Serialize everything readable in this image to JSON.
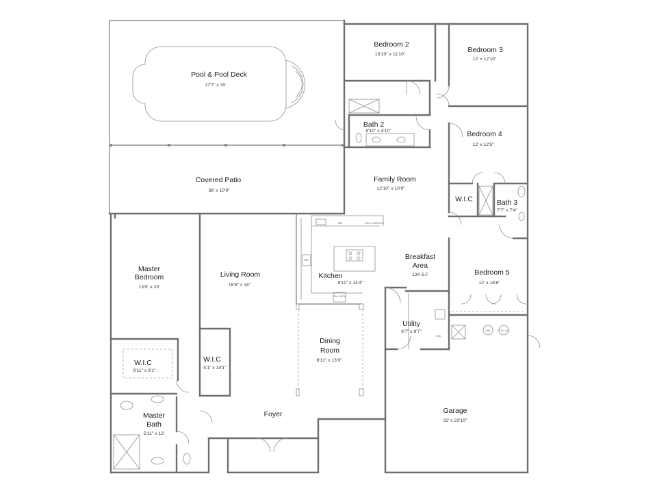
{
  "rooms": {
    "pool": {
      "name": "Pool & Pool Deck",
      "dim": "27'7\" x 20'"
    },
    "bedroom2": {
      "name": "Bedroom 2",
      "dim": "13'10\" x 11'10\""
    },
    "bedroom3": {
      "name": "Bedroom 3",
      "dim": "12' x 12'10\""
    },
    "bath2": {
      "name": "Bath 2",
      "dim": "9'10\" x 4'10\""
    },
    "bedroom4": {
      "name": "Bedroom 4",
      "dim": "12' x 12'5\""
    },
    "covered_patio": {
      "name": "Covered Patio",
      "dim": "38' x 10'9\""
    },
    "family_room": {
      "name": "Family Room",
      "dim": "12'10\" x 10'9\""
    },
    "wic_hall": {
      "name": "W.I.C"
    },
    "bath3": {
      "name": "Bath  3",
      "dim": "7'7\" x 7'4\""
    },
    "master_bedroom": {
      "name_line1": "Master",
      "name_line2": "Bedroom",
      "dim": "13'9\" x 20'"
    },
    "living_room": {
      "name": "Living Room",
      "dim": "15'8\" x 18\""
    },
    "kitchen": {
      "name": "Kitchen",
      "dim": "9'11\" x 14'4\""
    },
    "breakfast": {
      "name_line1": "Breakfast",
      "name_line2": "Area",
      "dim": "134 S.F"
    },
    "bedroom5": {
      "name": "Bedroom 5",
      "dim": "12' x 16'6\""
    },
    "utility": {
      "name": "Utility",
      "dim": "9'7\" x 8'7\""
    },
    "dining": {
      "name_line1": "Dining",
      "name_line2": "Room",
      "dim": "8'11\" x 13'9\""
    },
    "master_wic": {
      "name": "W.I.C",
      "dim": "9'11\" x 8'1\""
    },
    "living_wic": {
      "name": "W.I.C",
      "dim": "5'1\" x 10'1\""
    },
    "master_bath": {
      "name_line1": "Master",
      "name_line2": "Bath",
      "dim": "5'11\" x 12'"
    },
    "foyer": {
      "name": "Foyer"
    },
    "garage": {
      "name": "Garage",
      "dim": "22' x 23'10\""
    }
  },
  "fixtures": {
    "dw": "DW",
    "cooktop": "GAS COOKTOP",
    "refrigerator": "REF",
    "oven": "DBL OVEN",
    "wd": "W/D",
    "wh": "WH",
    "ctrl": "CTRL VAC"
  }
}
